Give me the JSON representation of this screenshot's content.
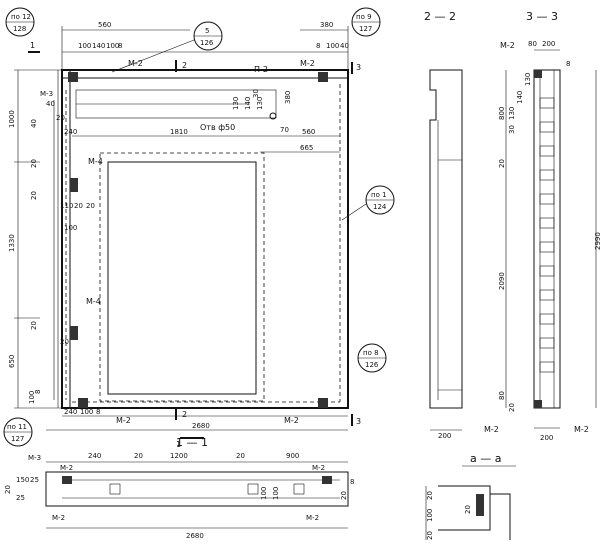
{
  "plan": {
    "callouts": [
      {
        "top": "по 12",
        "bottom": "128"
      },
      {
        "top": "5",
        "bottom": "126"
      },
      {
        "top": "по 9",
        "bottom": "127"
      },
      {
        "top": "по 1",
        "bottom": "124"
      },
      {
        "top": "по 8",
        "bottom": "126"
      },
      {
        "top": "по 11",
        "bottom": "127"
      }
    ],
    "marks": [
      "М-2",
      "М-3",
      "М-4",
      "П-2",
      "М-2",
      "М-4",
      "М-2",
      "М-2"
    ],
    "hole_label": "Отв ф50",
    "section_marks": [
      "1",
      "1",
      "2",
      "2",
      "3",
      "3"
    ],
    "top_dims": [
      "560",
      "100",
      "140",
      "100",
      "8",
      "380",
      "8",
      "100",
      "40"
    ],
    "left_dims": [
      "1000",
      "1330",
      "650",
      "100",
      "8",
      "40",
      "20",
      "20",
      "20"
    ],
    "inner_dims": [
      "1810",
      "560",
      "665",
      "240",
      "130",
      "140",
      "130",
      "380",
      "70",
      "30"
    ],
    "bottom_dims": [
      "240",
      "100",
      "8",
      "2680"
    ],
    "small_dims": [
      "20",
      "40",
      "110",
      "20",
      "20",
      "100",
      "20"
    ]
  },
  "section_2_2": {
    "title": "2 — 2",
    "dims": [
      "200"
    ]
  },
  "section_3_3": {
    "title": "3 — 3",
    "marks": [
      "М-2",
      "М-2",
      "М-2"
    ],
    "dims": [
      "80",
      "200",
      "8",
      "130",
      "140",
      "130",
      "800",
      "30",
      "20",
      "2090",
      "2990",
      "80",
      "20",
      "200"
    ]
  },
  "section_1_1": {
    "title": "1 — 1",
    "marks": [
      "М-3",
      "М-2",
      "М-2",
      "М-2",
      "М-2"
    ],
    "dims": [
      "240",
      "20",
      "1200",
      "20",
      "900",
      "20",
      "150",
      "25",
      "25",
      "100",
      "100",
      "20",
      "8",
      "2680"
    ]
  },
  "section_a_a": {
    "title": "а — а",
    "dims": [
      "20",
      "100",
      "20",
      "20"
    ]
  }
}
